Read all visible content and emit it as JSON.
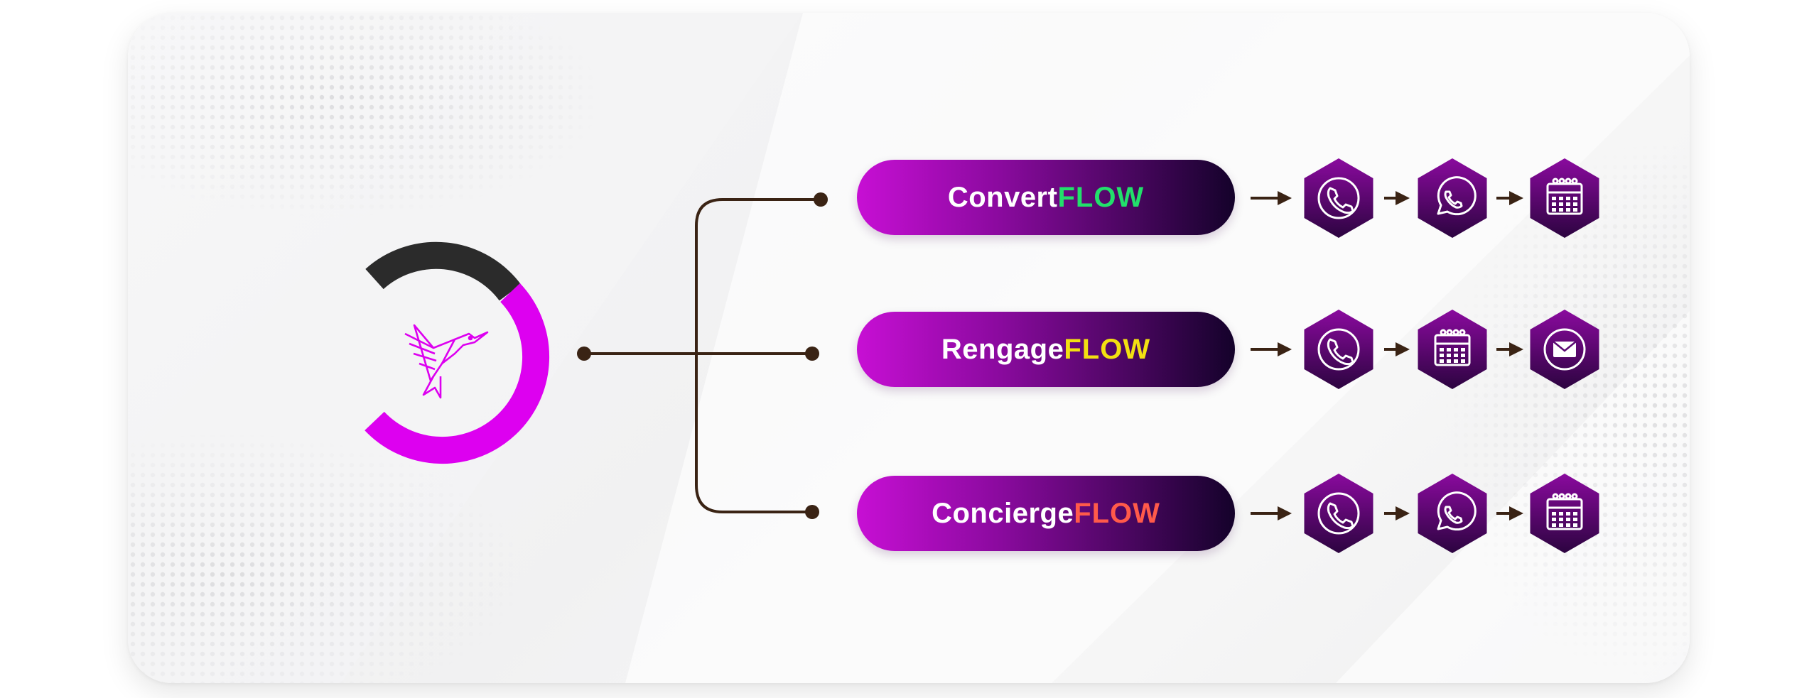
{
  "flows": [
    {
      "name": "Convert",
      "suffix": "FLOW",
      "suffix_color": "#22e06b",
      "steps": [
        "phone-icon",
        "whatsapp-icon",
        "calendar-icon"
      ]
    },
    {
      "name": "Rengage",
      "suffix": "FLOW",
      "suffix_color": "#f2e011",
      "steps": [
        "phone-icon",
        "calendar-icon",
        "email-icon"
      ]
    },
    {
      "name": "Concierge",
      "suffix": "FLOW",
      "suffix_color": "#ff5a4a",
      "steps": [
        "phone-icon",
        "whatsapp-icon",
        "calendar-icon"
      ]
    }
  ],
  "colors": {
    "brand_magenta": "#dd00f0",
    "ring_dark": "#2b2b2b",
    "connector": "#3a2314",
    "hexagon_light": "#8a0a9e",
    "hexagon_dark": "#2c0440"
  },
  "hub": {
    "logo": "hummingbird-logo"
  }
}
